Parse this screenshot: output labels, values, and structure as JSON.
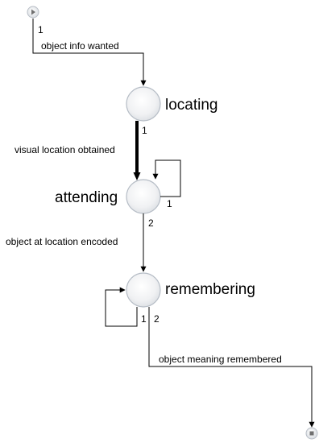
{
  "diagram": {
    "nodes": {
      "start": {
        "icon": "play-icon"
      },
      "locating": {
        "label": "locating"
      },
      "attending": {
        "label": "attending"
      },
      "remembering": {
        "label": "remembering"
      },
      "end": {
        "icon": "stop-icon"
      }
    },
    "edges": {
      "start_to_locating": {
        "number": "1",
        "label": "object info wanted"
      },
      "locating_to_attending": {
        "number": "1",
        "label": "visual location obtained"
      },
      "attending_self": {
        "number": "1"
      },
      "attending_to_remembering": {
        "number": "2",
        "label": "object at location encoded"
      },
      "remembering_self": {
        "number": "1"
      },
      "remembering_to_end": {
        "number": "2",
        "label": "object meaning remembered"
      }
    }
  }
}
